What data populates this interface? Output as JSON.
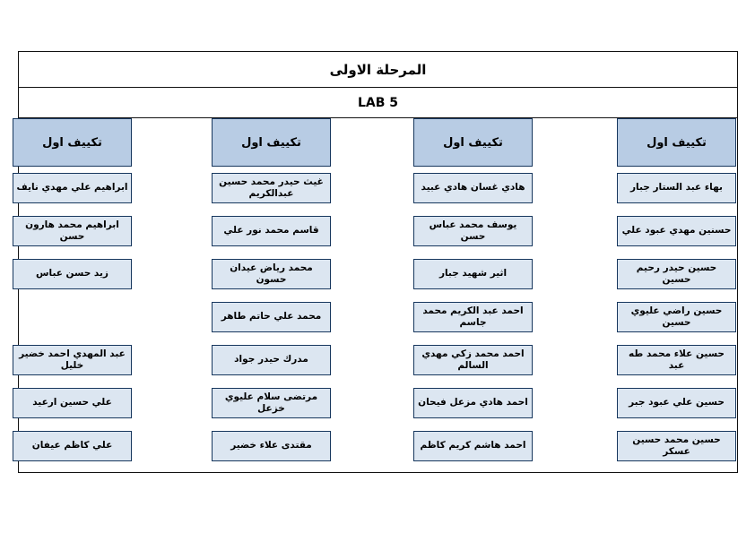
{
  "document": {
    "title": "المرحلة الاولى",
    "lab": "LAB 5"
  },
  "colors": {
    "header_fill": "#b8cce4",
    "cell_fill": "#dce6f1",
    "border": "#17375e",
    "frame": "#111111"
  },
  "columns": [
    {
      "header": "تكييف اول",
      "students": [
        "بهاء عبد الستار جبار",
        "حسنين مهدي عبود علي",
        "حسين حيدر رحيم حسين",
        "حسين راضي عليوي حسين",
        "حسين علاء محمد طه عبد",
        "حسين علي عبود جبر",
        "حسين محمد حسين عسكر"
      ]
    },
    {
      "header": "تكييف اول",
      "students": [
        "هادي غسان هادي عبيد",
        "يوسف محمد عباس حسن",
        "اثير شهيد جبار",
        "احمد عبد الكريم محمد جاسم",
        "احمد محمد زكي مهدي السالم",
        "احمد هادي مزعل فيحان",
        "احمد هاشم كريم كاظم"
      ]
    },
    {
      "header": "تكييف اول",
      "students": [
        "غيث حيدر محمد حسين عبدالكريم",
        "قاسم محمد نور علي",
        "محمد رياض عيدان حسون",
        "محمد علي حاتم طاهر",
        "مدرك حيدر جواد",
        "مرتضى سلام عليوي خزعل",
        "مقتدى علاء خضير"
      ]
    },
    {
      "header": "تكييف اول",
      "students": [
        "ابراهيم علي مهدي نايف",
        "ابراهيم محمد هارون حسن",
        "زيد حسن عباس",
        "",
        "عبد المهدي احمد خضير خليل",
        "علي حسين ارعيد",
        "علي كاظم عيفان"
      ]
    }
  ]
}
